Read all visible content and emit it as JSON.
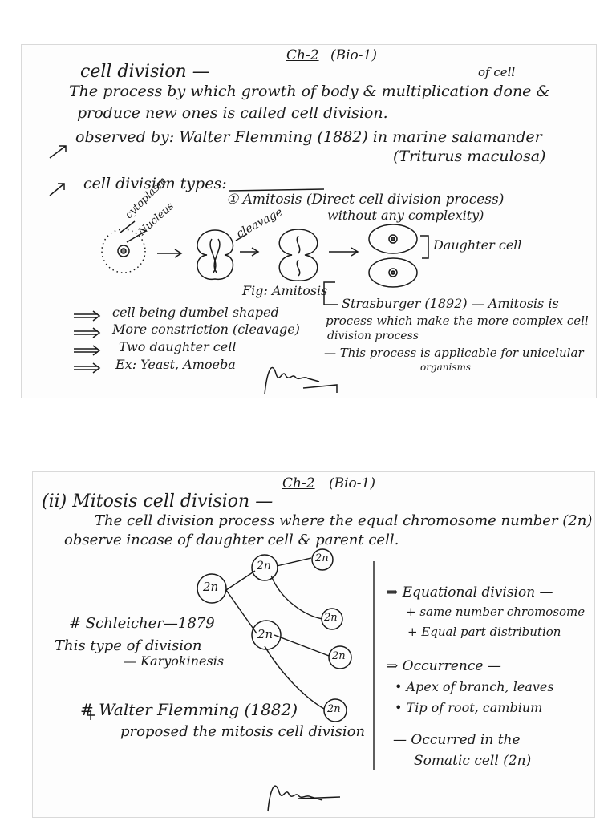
{
  "page1": {
    "header": "Ch-2",
    "header_sub": "(Bio-1)",
    "title": "cell division —",
    "def_line1": "The process by which growth of body & multiplication done &",
    "def_insert": "of cell",
    "def_line2": "produce new ones is called cell division.",
    "observed": "observed by: Walter Flemming (1882) in marine salamander",
    "species": "(Triturus maculosa)",
    "types_label": "cell division types:",
    "amitosis_label": "① Amitosis (Direct cell division process)",
    "amitosis_sub": "without any complexity)",
    "diagram_labels": {
      "cytoplasm": "cytoplasm",
      "nucleus": "Nucleus",
      "cleavage": "cleavage",
      "daughter": "Daughter cell",
      "caption": "Fig: Amitosis"
    },
    "features": [
      "cell being dumbel shaped",
      "More constriction (cleavage)",
      "Two daughter cell",
      "Ex: Yeast, Amoeba"
    ],
    "strasburger_line1": "Strasburger (1892) — Amitosis is",
    "strasburger_line2": "process which make the more complex cell",
    "strasburger_line3": "division process",
    "applicable_line1": "— This process is applicable for unicelular",
    "applicable_line2": "organisms"
  },
  "page2": {
    "header": "Ch-2",
    "header_sub": "(Bio-1)",
    "title": "(ii) Mitosis cell division —",
    "def_line1": "The cell division process where the equal chromosome number (2n)",
    "def_line2": "observe incase of daughter cell & parent cell.",
    "nodes": [
      "2n",
      "2n",
      "2n",
      "2n",
      "2n",
      "2n",
      "2n"
    ],
    "schleicher": "# Schleicher—1879",
    "type_line": "This type of division",
    "karyo": "— Karyokinesis",
    "flemming_line1": "# Walter Flemming (1882)",
    "flemming_line2": "proposed the mitosis cell division",
    "equational": "⇒ Equational division —",
    "eq_items": [
      "+ same number chromosome",
      "+ Equal part distribution"
    ],
    "occurrence": "⇒ Occurrence —",
    "occ_items": [
      "• Apex of branch, leaves",
      "• Tip of root, cambium"
    ],
    "occurred_line1": "— Occurred in the",
    "occurred_line2": "Somatic cell (2n)"
  }
}
